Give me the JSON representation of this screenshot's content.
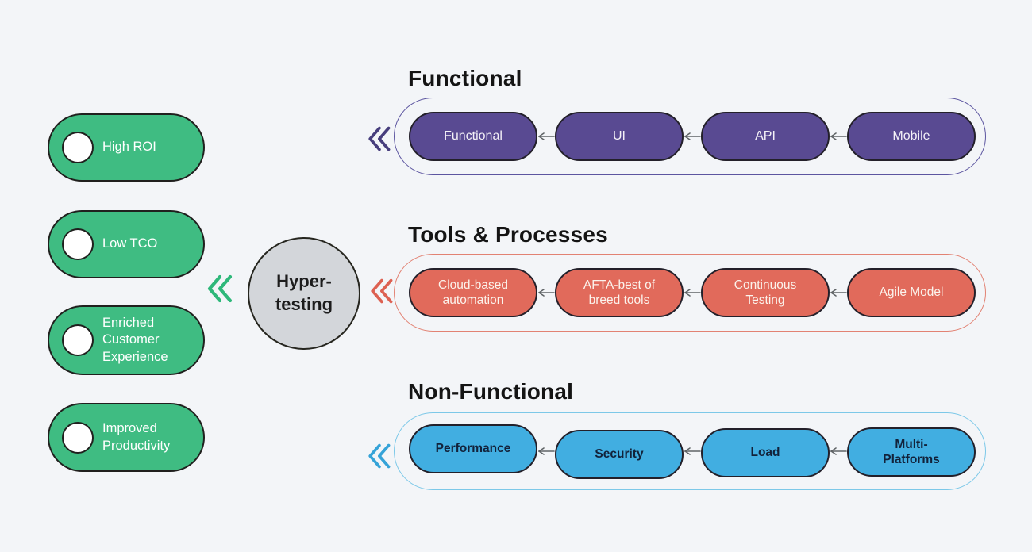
{
  "canvas": {
    "background": "#f3f5f8"
  },
  "center_node": {
    "label": "Hyper-\ntesting",
    "fill": "#d3d6da",
    "border": "#26261f",
    "text_color": "#1c1c1c"
  },
  "benefits": {
    "pill_color": "#3fbc82",
    "pill_border": "#20201e",
    "text_color": "#ffffff",
    "chevron_color": "#2eb87a",
    "items": [
      {
        "label": "High ROI"
      },
      {
        "label": "Low TCO"
      },
      {
        "label": "Enriched\nCustomer\nExperience"
      },
      {
        "label": "Improved\nProductivity"
      }
    ]
  },
  "categories": [
    {
      "title": "Functional",
      "pill_color": "#594a92",
      "pill_text_color": "#f4f1f7",
      "container_border": "#5c55a0",
      "chevron_color": "#473e7d",
      "items": [
        "Functional",
        "UI",
        "API",
        "Mobile"
      ]
    },
    {
      "title": "Tools & Processes",
      "pill_color": "#e16a5b",
      "pill_text_color": "#fbf3ec",
      "container_border": "#e28273",
      "chevron_color": "#dd6152",
      "items": [
        "Cloud-based\nautomation",
        "AFTA-best of\nbreed tools",
        "Continuous\nTesting",
        "Agile Model"
      ]
    },
    {
      "title": "Non-Functional",
      "pill_color": "#41aee1",
      "pill_text_color": "#12223a",
      "container_border": "#7cc8e8",
      "chevron_color": "#35a3d8",
      "items": [
        "Performance",
        "Security",
        "Load",
        "Multi-\nPlatforms"
      ]
    }
  ],
  "connector_color": "#606467"
}
